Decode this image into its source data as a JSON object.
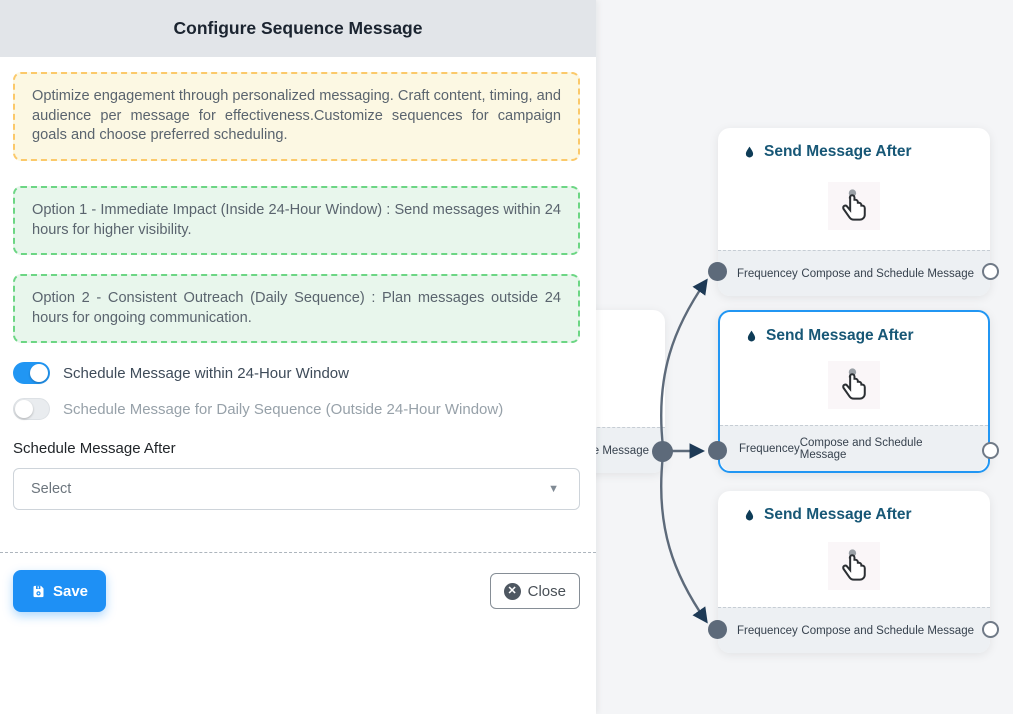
{
  "panel": {
    "title": "Configure Sequence Message",
    "info_text": "Optimize engagement through personalized messaging. Craft content, timing, and audience per message for effectiveness.Customize sequences for campaign goals and choose preferred scheduling.",
    "option1_text": "Option 1 - Immediate Impact (Inside 24-Hour Window) : Send messages within 24 hours for higher visibility.",
    "option2_text": "Option 2 - Consistent Outreach (Daily Sequence) : Plan messages outside 24 hours for ongoing communication.",
    "toggles": [
      {
        "label": "Schedule Message within 24-Hour Window",
        "state": "on"
      },
      {
        "label": "Schedule Message for Daily Sequence (Outside 24-Hour Window)",
        "state": "off"
      }
    ],
    "schedule_after": {
      "label": "Schedule Message After",
      "value": "Select"
    },
    "buttons": {
      "save": "Save",
      "close": "Close"
    }
  },
  "flow": {
    "nodes": [
      {
        "title": "Send Message After",
        "footer_left": "Frequencey",
        "footer_right": "Compose and Schedule Message",
        "selected": false
      },
      {
        "title": "Send Message After",
        "footer_left": "Frequencey",
        "footer_right": "Compose and Schedule Message",
        "selected": true
      },
      {
        "title": "Send Message After",
        "footer_left": "Frequencey",
        "footer_right": "Compose and Schedule Message",
        "selected": false
      }
    ],
    "partial_node": {
      "footer_text": "ce Message"
    }
  },
  "colors": {
    "accent_blue": "#2196f3",
    "header_bg": "#e2e5e9",
    "warning_bg": "#fcf8e3",
    "warning_border": "#fbc96a",
    "success_bg": "#e8f6ec",
    "success_border": "#6cd684",
    "save_button": "#1e90f5",
    "canvas_bg": "#f4f5f7",
    "node_title": "#175776",
    "edge": "#5d6a7a",
    "arrowhead": "#1e3a56"
  }
}
